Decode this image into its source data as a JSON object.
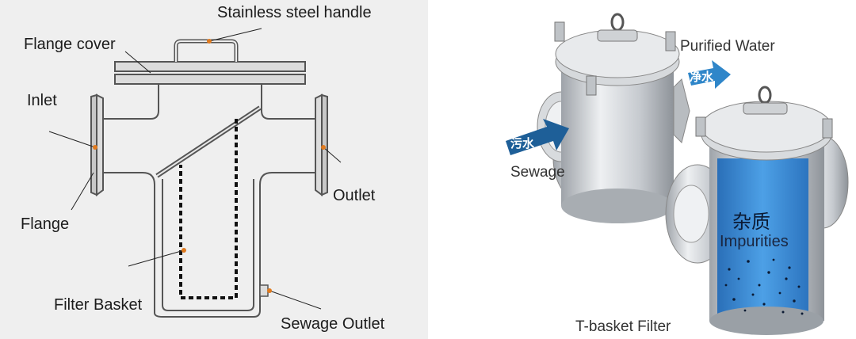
{
  "left_diagram": {
    "labels": {
      "handle": "Stainless steel handle",
      "flange_cover": "Flange cover",
      "inlet": "Inlet",
      "outlet": "Outlet",
      "flange": "Flange",
      "filter_basket": "Filter Basket",
      "sewage_outlet": "Sewage Outlet"
    },
    "colors": {
      "marker": "#e07a1e",
      "line": "#555555",
      "panel": "#efefef"
    }
  },
  "right_diagram": {
    "labels": {
      "purified_water": "Purified Water",
      "clean_water_cn": "净水",
      "sewage": "Sewage",
      "sewage_cn": "污水",
      "impurities_cn": "杂质",
      "impurities": "Impurities",
      "title": "T-basket Filter"
    },
    "colors": {
      "arrow": "#1e5f98",
      "water": "#3d8fd8",
      "steel": "#c9ccd0"
    }
  }
}
